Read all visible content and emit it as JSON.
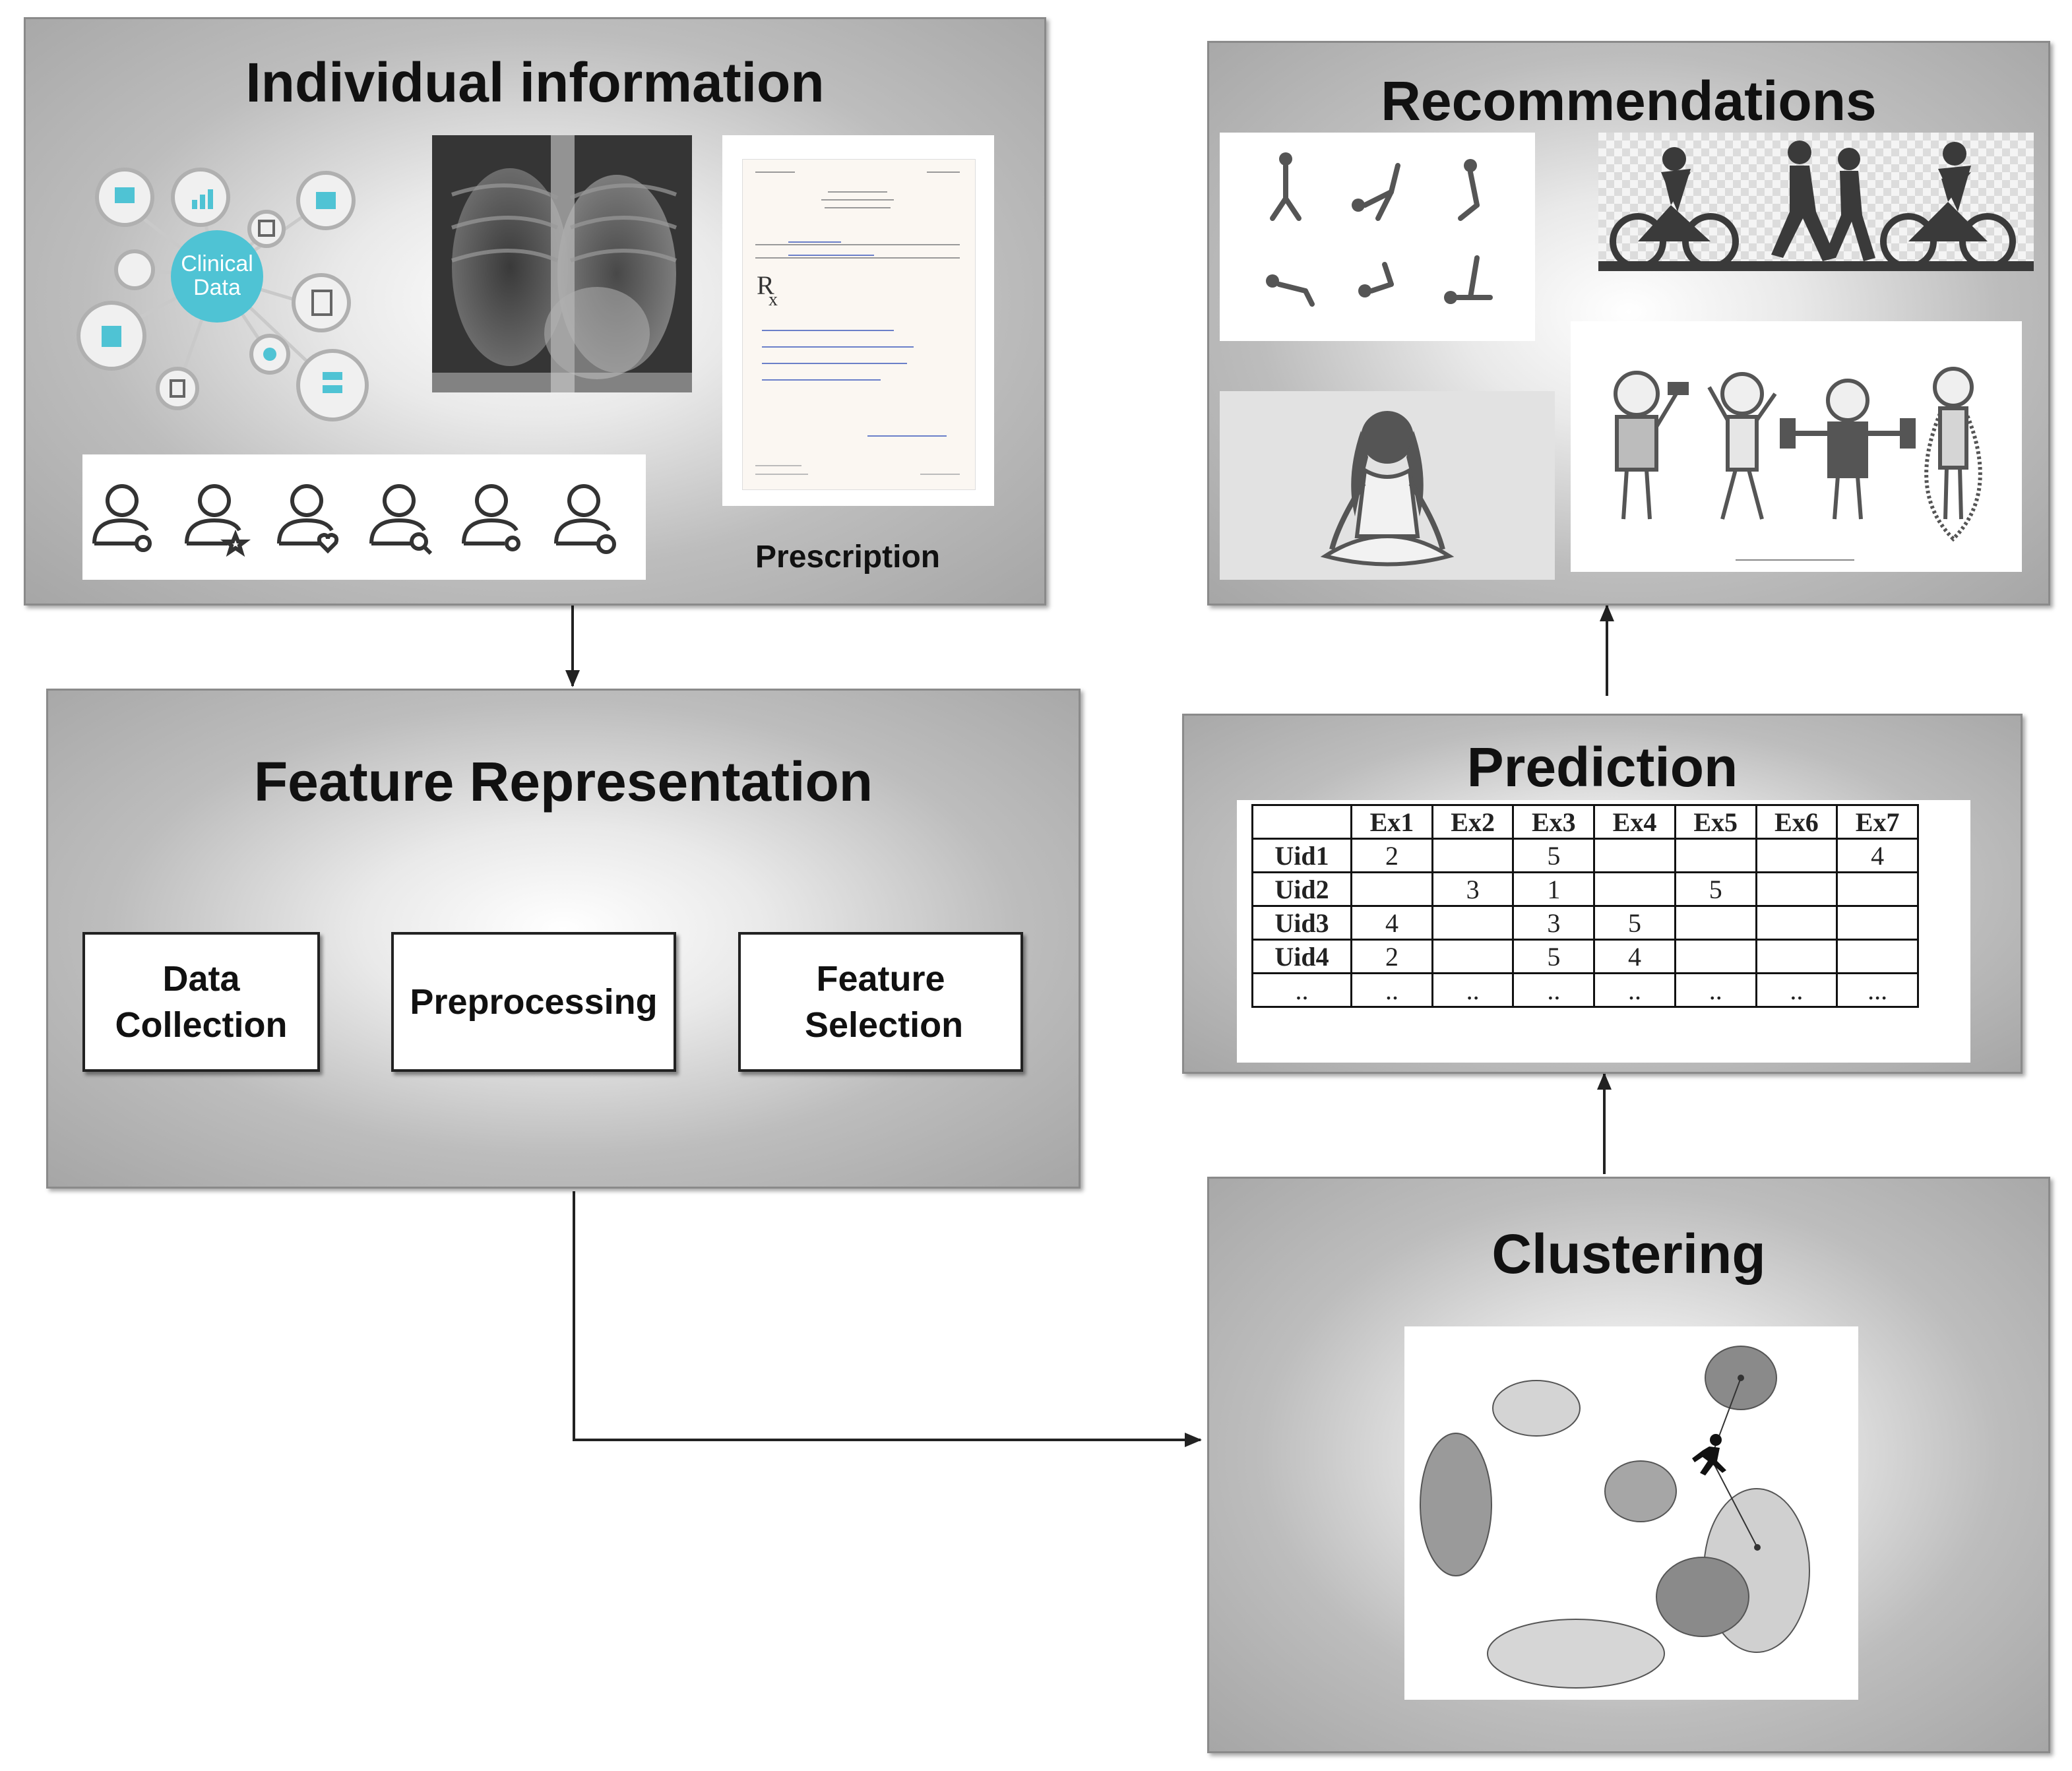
{
  "panels": {
    "individual": {
      "title": "Individual information",
      "hub_label": "Clinical Data",
      "prescription_label": "Prescription",
      "rx_symbol": "Rx"
    },
    "feature": {
      "title": "Feature Representation",
      "steps": [
        "Data Collection",
        "Preprocessing",
        "Feature Selection"
      ]
    },
    "recommendations": {
      "title": "Recommendations"
    },
    "prediction": {
      "title": "Prediction",
      "columns": [
        "",
        "Ex1",
        "Ex2",
        "Ex3",
        "Ex4",
        "Ex5",
        "Ex6",
        "Ex7"
      ],
      "rows": [
        [
          "Uid1",
          "2",
          "",
          "5",
          "",
          "",
          "",
          "4"
        ],
        [
          "Uid2",
          "",
          "3",
          "1",
          "",
          "5",
          "",
          ""
        ],
        [
          "Uid3",
          "4",
          "",
          "3",
          "5",
          "",
          "",
          ""
        ],
        [
          "Uid4",
          "2",
          "",
          "5",
          "4",
          "",
          "",
          ""
        ],
        [
          "..",
          "..",
          "..",
          "..",
          "..",
          "..",
          "..",
          "..."
        ]
      ]
    },
    "clustering": {
      "title": "Clustering"
    }
  },
  "colors": {
    "accent_teal": "#4fc3d4",
    "icon_grey": "#555555",
    "panel_border": "#8a8a8a"
  },
  "icons": [
    "clinical-data-network-icon",
    "chest-xray-image",
    "prescription-document",
    "user-profile-icons",
    "yoga-poses-image",
    "cycling-running-silhouettes",
    "meditation-figure",
    "exercise-cartoon-figures",
    "running-person-icon"
  ]
}
